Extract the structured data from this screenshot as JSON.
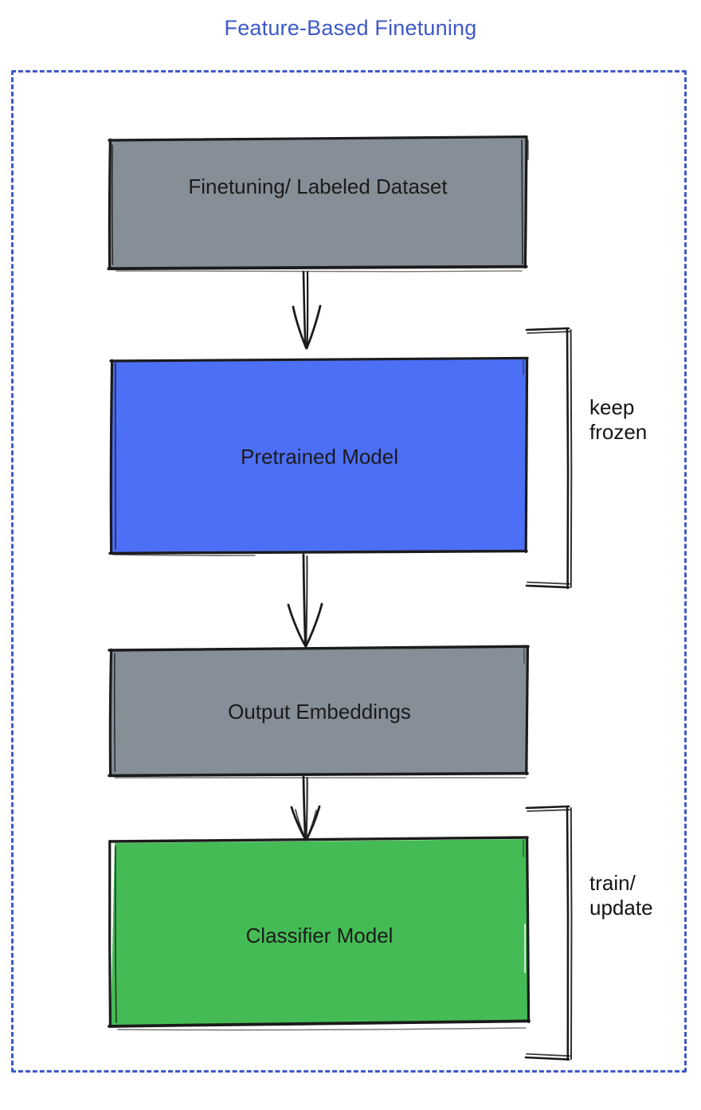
{
  "title": "Feature-Based Finetuning",
  "colors": {
    "title_blue": "#3d59c9",
    "container_border": "#3d59c9",
    "grey_fill": "#868e98",
    "blue_fill": "#4d6ff5",
    "green_fill": "#45bb55",
    "stroke": "#1b1b1b",
    "text": "#1b1b1b"
  },
  "nodes": [
    {
      "id": "dataset",
      "label": "Finetuning/ Labeled Dataset",
      "fill_name": "grey",
      "fill": "#868e98"
    },
    {
      "id": "pretrained-model",
      "label": "Pretrained Model",
      "fill_name": "blue",
      "fill": "#4d6ff5"
    },
    {
      "id": "output-embeddings",
      "label": "Output Embeddings",
      "fill_name": "grey",
      "fill": "#868e98"
    },
    {
      "id": "classifier-model",
      "label": "Classifier Model",
      "fill_name": "green",
      "fill": "#45bb55"
    }
  ],
  "annotations": [
    {
      "id": "keep-frozen",
      "label": "keep\nfrozen",
      "target": "pretrained-model"
    },
    {
      "id": "train-update",
      "label": "train/\nupdate",
      "target": "classifier-model"
    }
  ],
  "edges": [
    {
      "id": "dataset-to-pretrained",
      "from": "dataset",
      "to": "pretrained-model"
    },
    {
      "id": "pretrained-to-embeddings",
      "from": "pretrained-model",
      "to": "output-embeddings"
    },
    {
      "id": "embeddings-to-classifier",
      "from": "output-embeddings",
      "to": "classifier-model"
    }
  ],
  "chart_data": {
    "type": "diagram",
    "title": "Feature-Based Finetuning",
    "nodes": [
      "Finetuning/ Labeled Dataset",
      "Pretrained Model",
      "Output Embeddings",
      "Classifier Model"
    ],
    "brackets": [
      "keep frozen",
      "train/ update"
    ],
    "flow": "Finetuning/ Labeled Dataset -> Pretrained Model -> Output Embeddings -> Classifier Model"
  }
}
